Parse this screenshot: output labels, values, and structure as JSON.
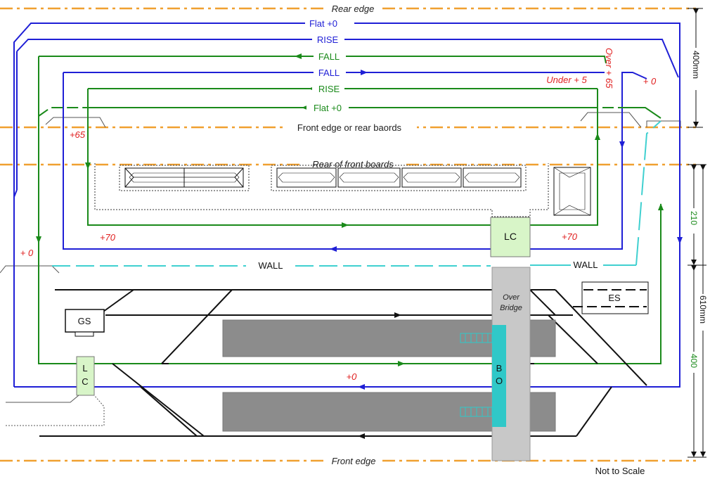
{
  "colors": {
    "blue": "#1f1fd6",
    "green": "#1a8a1a",
    "orange": "#f0a030",
    "cyan": "#40d0d0",
    "red": "#e02020",
    "platform": "#8c8c8c",
    "lc_fill": "#d8f5c8"
  },
  "edges": {
    "rear_edge": "Rear edge",
    "front_edge_rear_boards": "Front edge or rear baords",
    "rear_front_boards": "Rear of front boards",
    "front_edge": "Front edge"
  },
  "loops": {
    "flat_top": "Flat +0",
    "rise_top": "RISE",
    "fall_1": "FALL",
    "fall_2": "FALL",
    "rise_2": "RISE",
    "flat_inner": "Flat +0"
  },
  "heights": {
    "over_65": "Over + 65",
    "under_5": "Under + 5",
    "plus0_right": "+ 0",
    "plus65_left": "+65",
    "plus70_left": "+70",
    "plus70_right": "+70",
    "plus0_left": "+ 0",
    "plus0_bottom": "+0"
  },
  "wall": {
    "left": "WALL",
    "right": "WALL"
  },
  "buildings": {
    "lc_top": "LC",
    "lc_left_1": "L",
    "lc_left_2": "C",
    "gs": "GS",
    "es": "ES",
    "over_bridge_1": "Over",
    "over_bridge_2": "Bridge",
    "bo_1": "B",
    "bo_2": "O"
  },
  "dimensions": {
    "d400_top": "400mm",
    "d210": "210",
    "d610": "610mm",
    "d400_right": "400"
  },
  "note": "Not to Scale"
}
